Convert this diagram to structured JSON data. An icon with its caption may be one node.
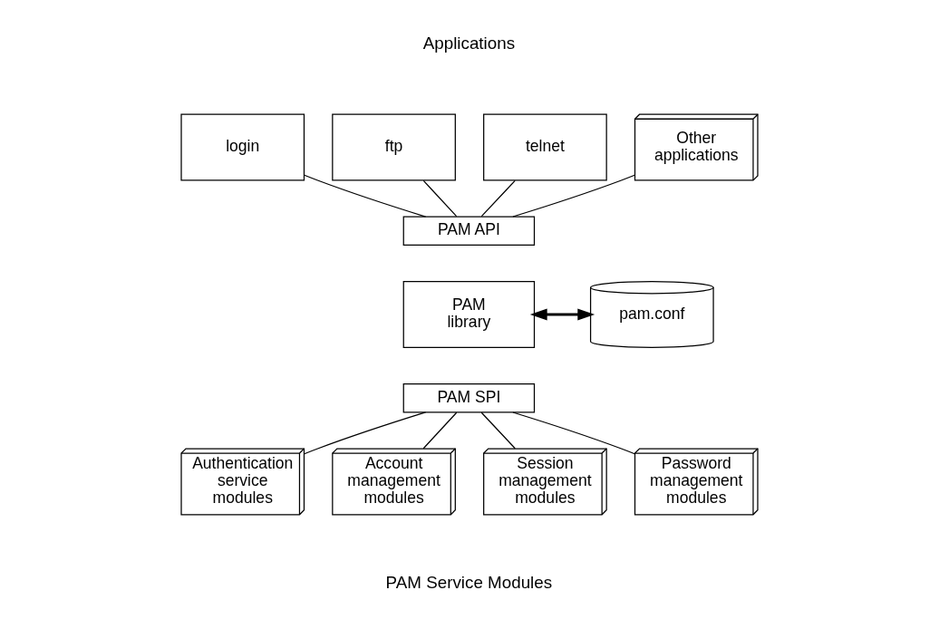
{
  "diagram": {
    "nodes": [
      {
        "text": [
          "login"
        ]
      },
      {
        "text": [
          "ftp"
        ]
      },
      {
        "text": [
          "telnet"
        ]
      },
      {
        "text": [
          "Other applications"
        ]
      },
      {
        "text": [
          "PAM API"
        ]
      },
      {
        "text": [
          "PAM library"
        ]
      },
      {
        "text": [
          "PAM SPI"
        ]
      },
      {
        "text": [
          "pam.conf"
        ]
      },
      {
        "text": [
          "Authentication service modules"
        ]
      },
      {
        "text": [
          "Account management modules"
        ]
      },
      {
        "text": [
          "Session management modules"
        ]
      },
      {
        "text": [
          "Password management modules"
        ]
      }
    ],
    "edges": [
      {
        "from": 0,
        "to": 4,
        "arrow": "none"
      },
      {
        "from": 1,
        "to": 4,
        "arrow": "none"
      },
      {
        "from": 2,
        "to": 4,
        "arrow": "none"
      },
      {
        "from": 3,
        "to": 4,
        "arrow": "none"
      },
      {
        "from": 5,
        "to": 7,
        "arrow": "both",
        "style": "thick"
      },
      {
        "from": 6,
        "to": 8,
        "arrow": "none"
      },
      {
        "from": 6,
        "to": 9,
        "arrow": "none"
      },
      {
        "from": 6,
        "to": 10,
        "arrow": "none"
      },
      {
        "from": 6,
        "to": 11,
        "arrow": "none"
      }
    ],
    "labels": [
      "Applications",
      "PAM Service Modules"
    ]
  }
}
